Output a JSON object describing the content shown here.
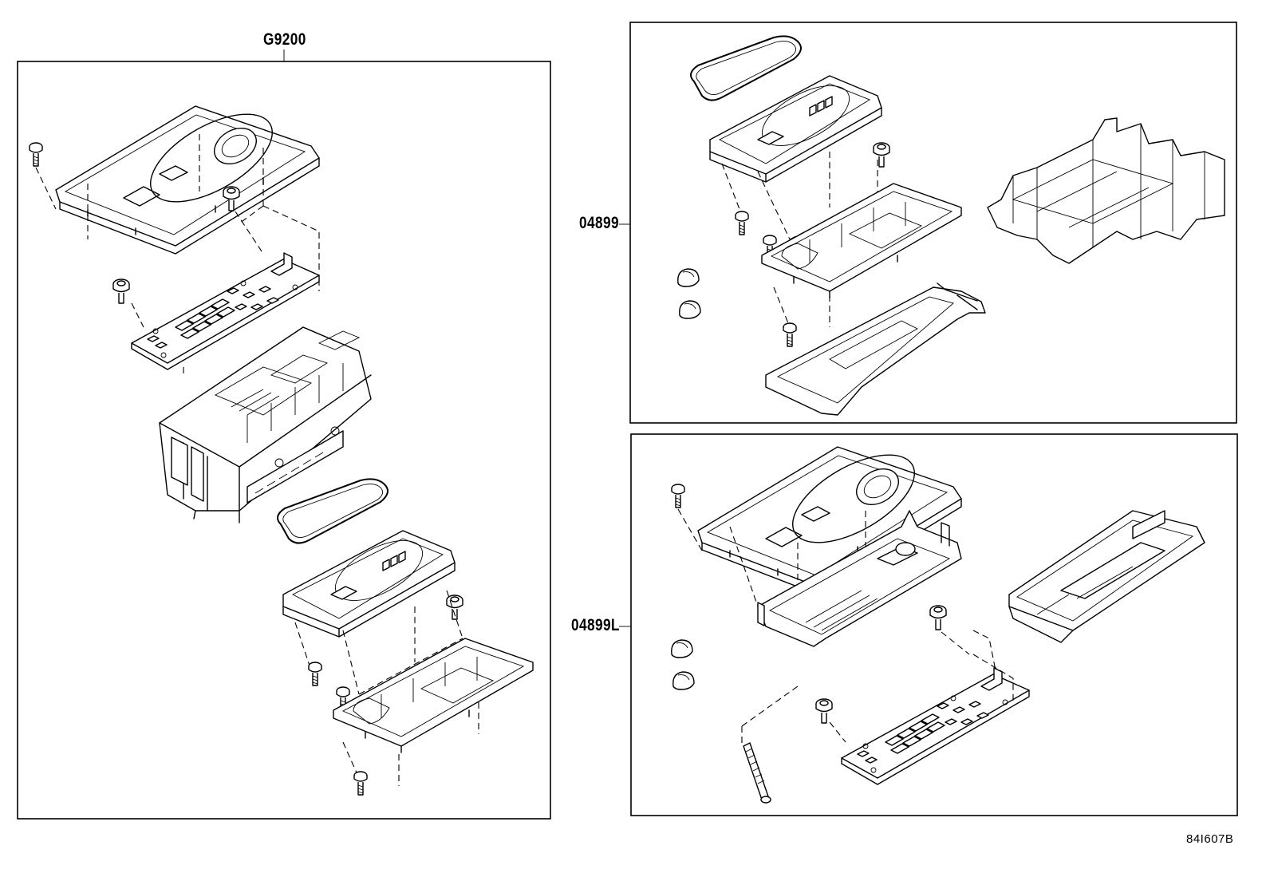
{
  "labels": {
    "assembly_main": "G9200",
    "assembly_kit_a": "04899",
    "assembly_kit_b": "04899L",
    "drawing_code": "84I607B"
  },
  "icons": {
    "screw": "screw-icon",
    "bolt": "bolt-icon",
    "cap": "cap-icon",
    "gasket": "gasket-icon"
  }
}
